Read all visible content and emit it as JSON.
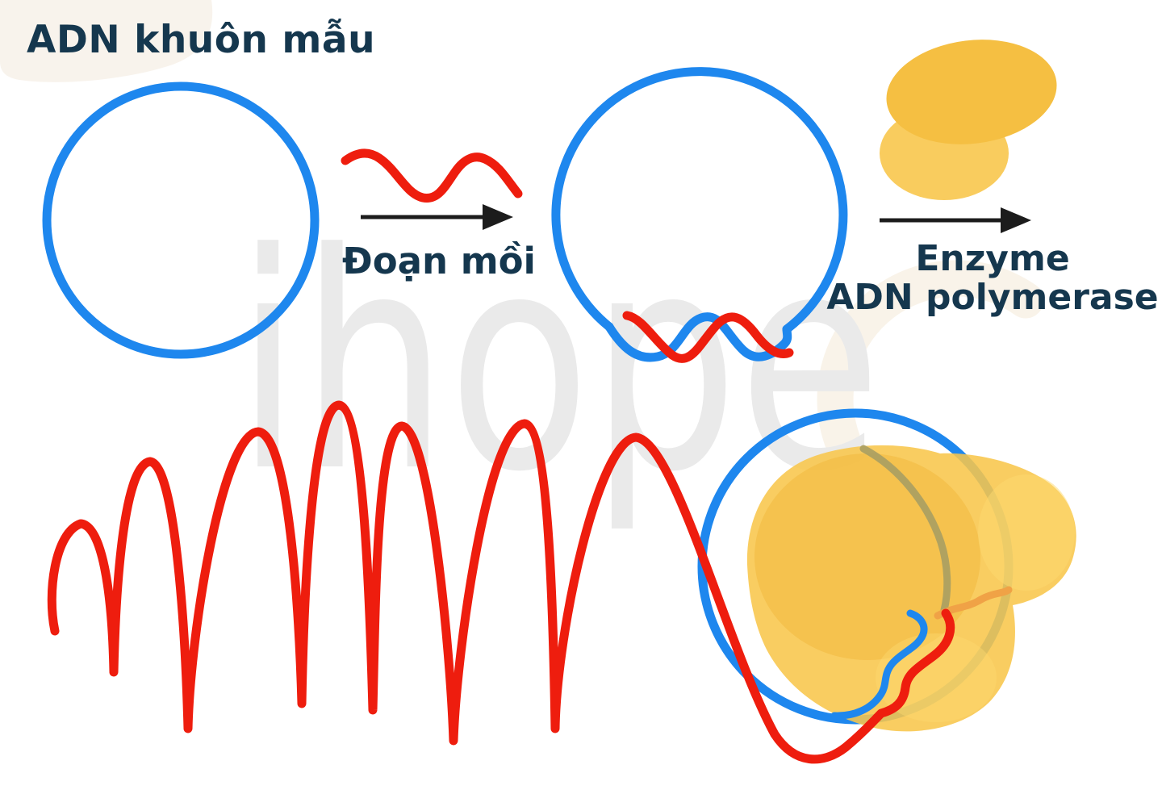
{
  "page": {
    "background": "#ffffff",
    "watermark": {
      "text": "ihope",
      "color": "#eaeaea"
    }
  },
  "diagram": {
    "title": {
      "text": "ADN khuôn mẫu",
      "color": "#15374e"
    },
    "steps": [
      {
        "arrow_icon": "arrow-right-icon",
        "label": "Đoạn mồi"
      },
      {
        "arrow_icon": "arrow-right-icon",
        "label_line1": "Enzyme",
        "label_line2": "ADN polymerase"
      }
    ],
    "colors": {
      "dna_template_blue": "#1e87ee",
      "primer_red": "#ee1d0e",
      "enzyme_yellow": "#f8c64b",
      "enzyme_yellow_dark": "#efb02f",
      "enzyme_yellow_light": "#fdd96f",
      "strand_olive": "#a89f63",
      "strand_orange": "#f0a246",
      "label_navy": "#15374e",
      "arrow_black": "#1c1c1c",
      "decor_cream": "#f8f3ec"
    }
  }
}
